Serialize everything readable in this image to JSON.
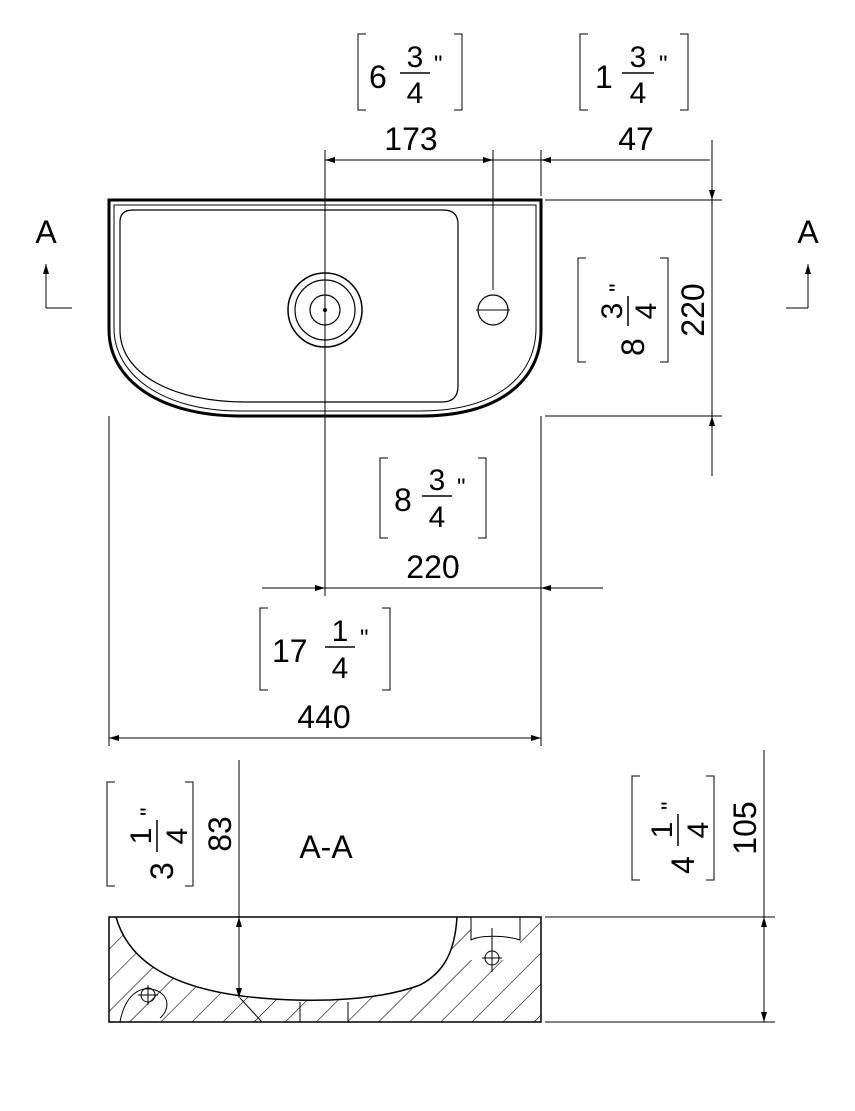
{
  "section_marker": "A",
  "section_title": "A-A",
  "dimensions": {
    "drain_offset": {
      "mm": "173",
      "inch_whole": "6",
      "inch_num": "3",
      "inch_den": "4",
      "inch_mark": "\""
    },
    "tap_offset": {
      "mm": "47",
      "inch_whole": "1",
      "inch_num": "3",
      "inch_den": "4",
      "inch_mark": "\""
    },
    "depth": {
      "mm": "220",
      "inch_whole": "8",
      "inch_num": "3",
      "inch_den": "4",
      "inch_mark": "\""
    },
    "drain_to_edge": {
      "mm": "220",
      "inch_whole": "8",
      "inch_num": "3",
      "inch_den": "4",
      "inch_mark": "\""
    },
    "width": {
      "mm": "440",
      "inch_whole": "17",
      "inch_num": "1",
      "inch_den": "4",
      "inch_mark": "\""
    },
    "bowl_depth": {
      "mm": "83",
      "inch_whole": "3",
      "inch_num": "1",
      "inch_den": "4",
      "inch_mark": "\""
    },
    "height": {
      "mm": "105",
      "inch_whole": "4",
      "inch_num": "1",
      "inch_den": "4",
      "inch_mark": "\""
    }
  }
}
